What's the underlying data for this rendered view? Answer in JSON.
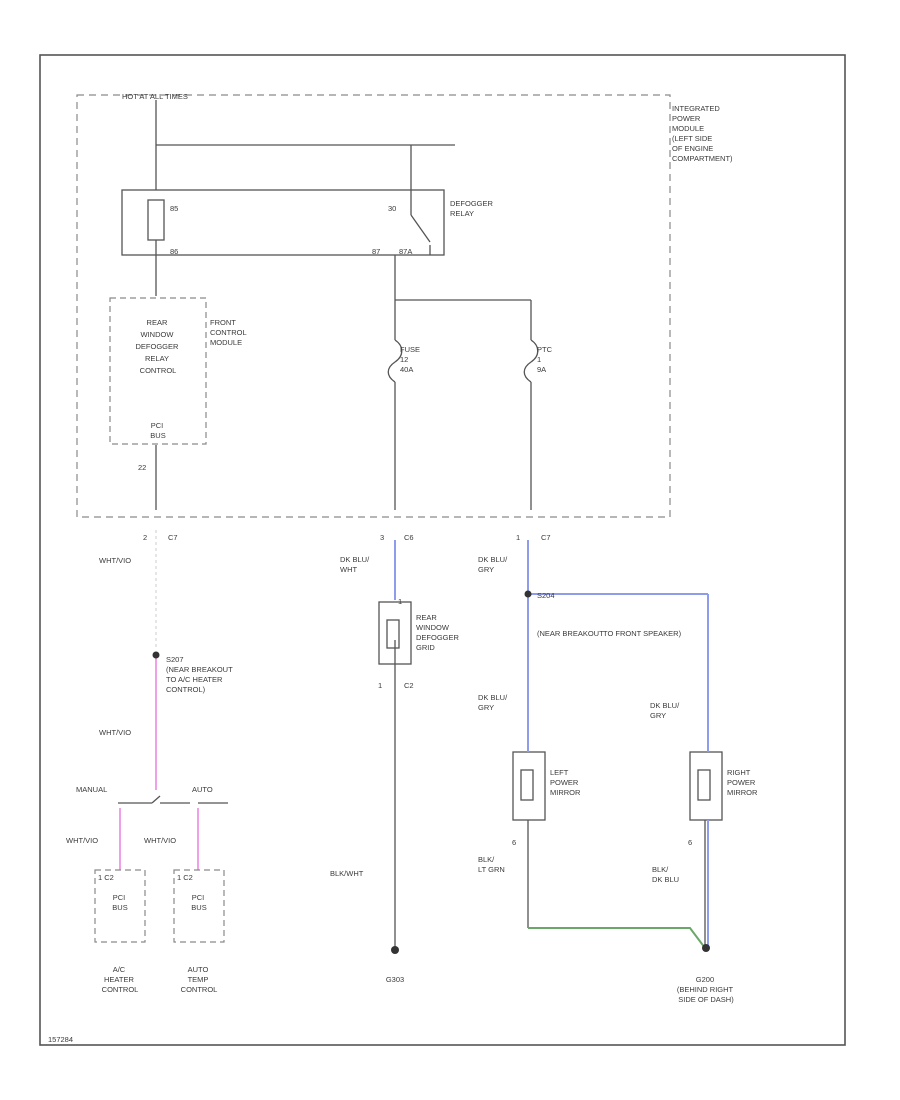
{
  "fuse_header": "HOT AT ALL TIMES",
  "ipm_label": [
    "INTEGRATED",
    "POWER",
    "MODULE",
    "(LEFT SIDE",
    "OF ENGINE",
    "COMPARTMENT)"
  ],
  "defogger_relay": {
    "label": [
      "DEFOGGER",
      "RELAY"
    ],
    "pin_85": "85",
    "pin_86": "86",
    "pin_30": "30",
    "pin_87": "87",
    "pin_87a": "87A"
  },
  "fcm": {
    "label": [
      "FRONT",
      "CONTROL",
      "MODULE"
    ],
    "box_label": [
      "REAR",
      "WINDOW",
      "DEFOGGER",
      "RELAY",
      "CONTROL"
    ],
    "bus_label": [
      "PCI",
      "BUS"
    ],
    "pin": "22"
  },
  "fuse": [
    "FUSE",
    "12",
    "40A"
  ],
  "ptc": [
    "PTC",
    "1",
    "9A"
  ],
  "connectors": {
    "left": {
      "pin": "2",
      "name": "C7"
    },
    "mid": {
      "pin": "3",
      "name": "C6"
    },
    "right": {
      "pin": "1",
      "name": "C7"
    }
  },
  "wires": {
    "wht_vio_1": "WHT/VIO",
    "wht_vio_2": "WHT/VIO",
    "wht_vio_3": "WHT/VIO",
    "wht_vio_4": "WHT/VIO",
    "dk_blu_wht": [
      "DK BLU/",
      "WHT"
    ],
    "dk_blu_gry_1": [
      "DK BLU/",
      "GRY"
    ],
    "dk_blu_gry_2": [
      "DK BLU/",
      "GRY"
    ],
    "dk_blu_gry_3": [
      "DK BLU/",
      "GRY"
    ],
    "blk_wht": "BLK/WHT",
    "blk_lt_grn": [
      "BLK/",
      "LT GRN"
    ],
    "blk_dk_blu": [
      "BLK/",
      "DK BLU"
    ]
  },
  "splices": {
    "s207": [
      "S207",
      "(NEAR BREAKOUT",
      "TO A/C HEATER",
      "CONTROL)"
    ],
    "s204": [
      "S204",
      "(NEAR BREAKOUT",
      "TO FRONT SPEAKER)"
    ]
  },
  "grid": {
    "label": [
      "REAR",
      "WINDOW",
      "DEFOGGER",
      "GRID"
    ],
    "pin_top": "1",
    "pin_bottom": "1",
    "conn_bottom": "C2"
  },
  "left_mirror": {
    "label": [
      "LEFT",
      "POWER",
      "MIRROR"
    ],
    "pin_bottom": "6"
  },
  "right_mirror": {
    "label": [
      "RIGHT",
      "POWER",
      "MIRROR"
    ],
    "pin_bottom": "6"
  },
  "switch": {
    "manual": "MANUAL",
    "auto": "AUTO"
  },
  "modules": {
    "ac_heater": {
      "pin": "1 C2",
      "bus": [
        "PCI",
        "BUS"
      ],
      "caption": [
        "A/C",
        "HEATER",
        "CONTROL"
      ]
    },
    "auto_temp": {
      "pin": "1 C2",
      "bus": [
        "PCI",
        "BUS"
      ],
      "caption": [
        "AUTO",
        "TEMP",
        "CONTROL"
      ]
    }
  },
  "grounds": {
    "g303": "G303",
    "g200": [
      "G200",
      "(BEHIND RIGHT",
      "SIDE OF DASH)"
    ]
  },
  "figure_id": "157284",
  "colors": {
    "line": "#555555",
    "pink": "#f0a0e8",
    "blue": "#8f9cec",
    "green": "#6aa86a",
    "dash": "#8a8a8a"
  }
}
